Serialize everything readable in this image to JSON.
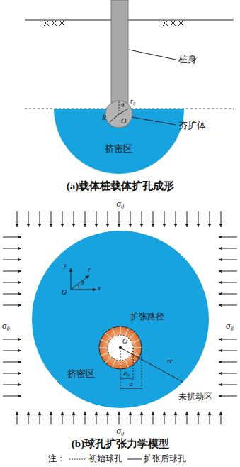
{
  "diagram": {
    "nodes": [
      {
        "text": [
          "挤密区"
        ]
      },
      {
        "text": [
          "挤密区"
        ]
      }
    ],
    "labels": [
      "桩身",
      "r₀",
      "θ",
      "R",
      "O",
      "夯扩体",
      "(a)载体桩载体扩孔成形",
      "σ₀",
      "σ₀",
      "σ₀",
      "σ₀",
      "y",
      "r",
      "θ",
      "x",
      "O",
      "扩张路径",
      "O",
      "a₀",
      "a",
      "rc",
      "未扰动区",
      "(b)球孔扩张力学模型",
      "注："
    ],
    "legend": [
      {
        "text": "初始球孔"
      },
      {
        "text": "扩张后球孔"
      }
    ]
  }
}
